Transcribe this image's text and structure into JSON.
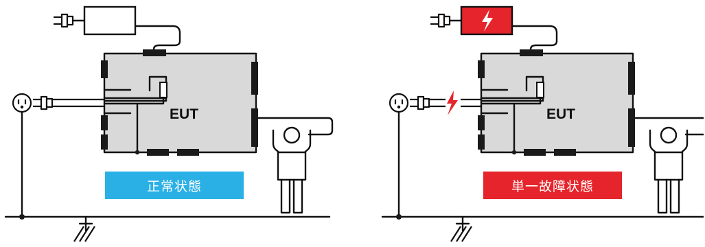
{
  "panels": [
    {
      "eut_label": "EUT",
      "status_label": "正常状態",
      "state": "normal"
    },
    {
      "eut_label": "EUT",
      "status_label": "単一故障状態",
      "state": "single-fault"
    }
  ],
  "colors": {
    "normal_status_bg": "#2BB0E6",
    "fault_status_bg": "#E5242B",
    "fault_highlight": "#E5242B",
    "eut_body": "#D9D9D9",
    "line": "#111111"
  },
  "icons": [
    "power-plug-icon",
    "ac-adapter-icon",
    "lightning-icon",
    "wall-outlet-icon",
    "ground-symbol-icon",
    "person-icon"
  ]
}
